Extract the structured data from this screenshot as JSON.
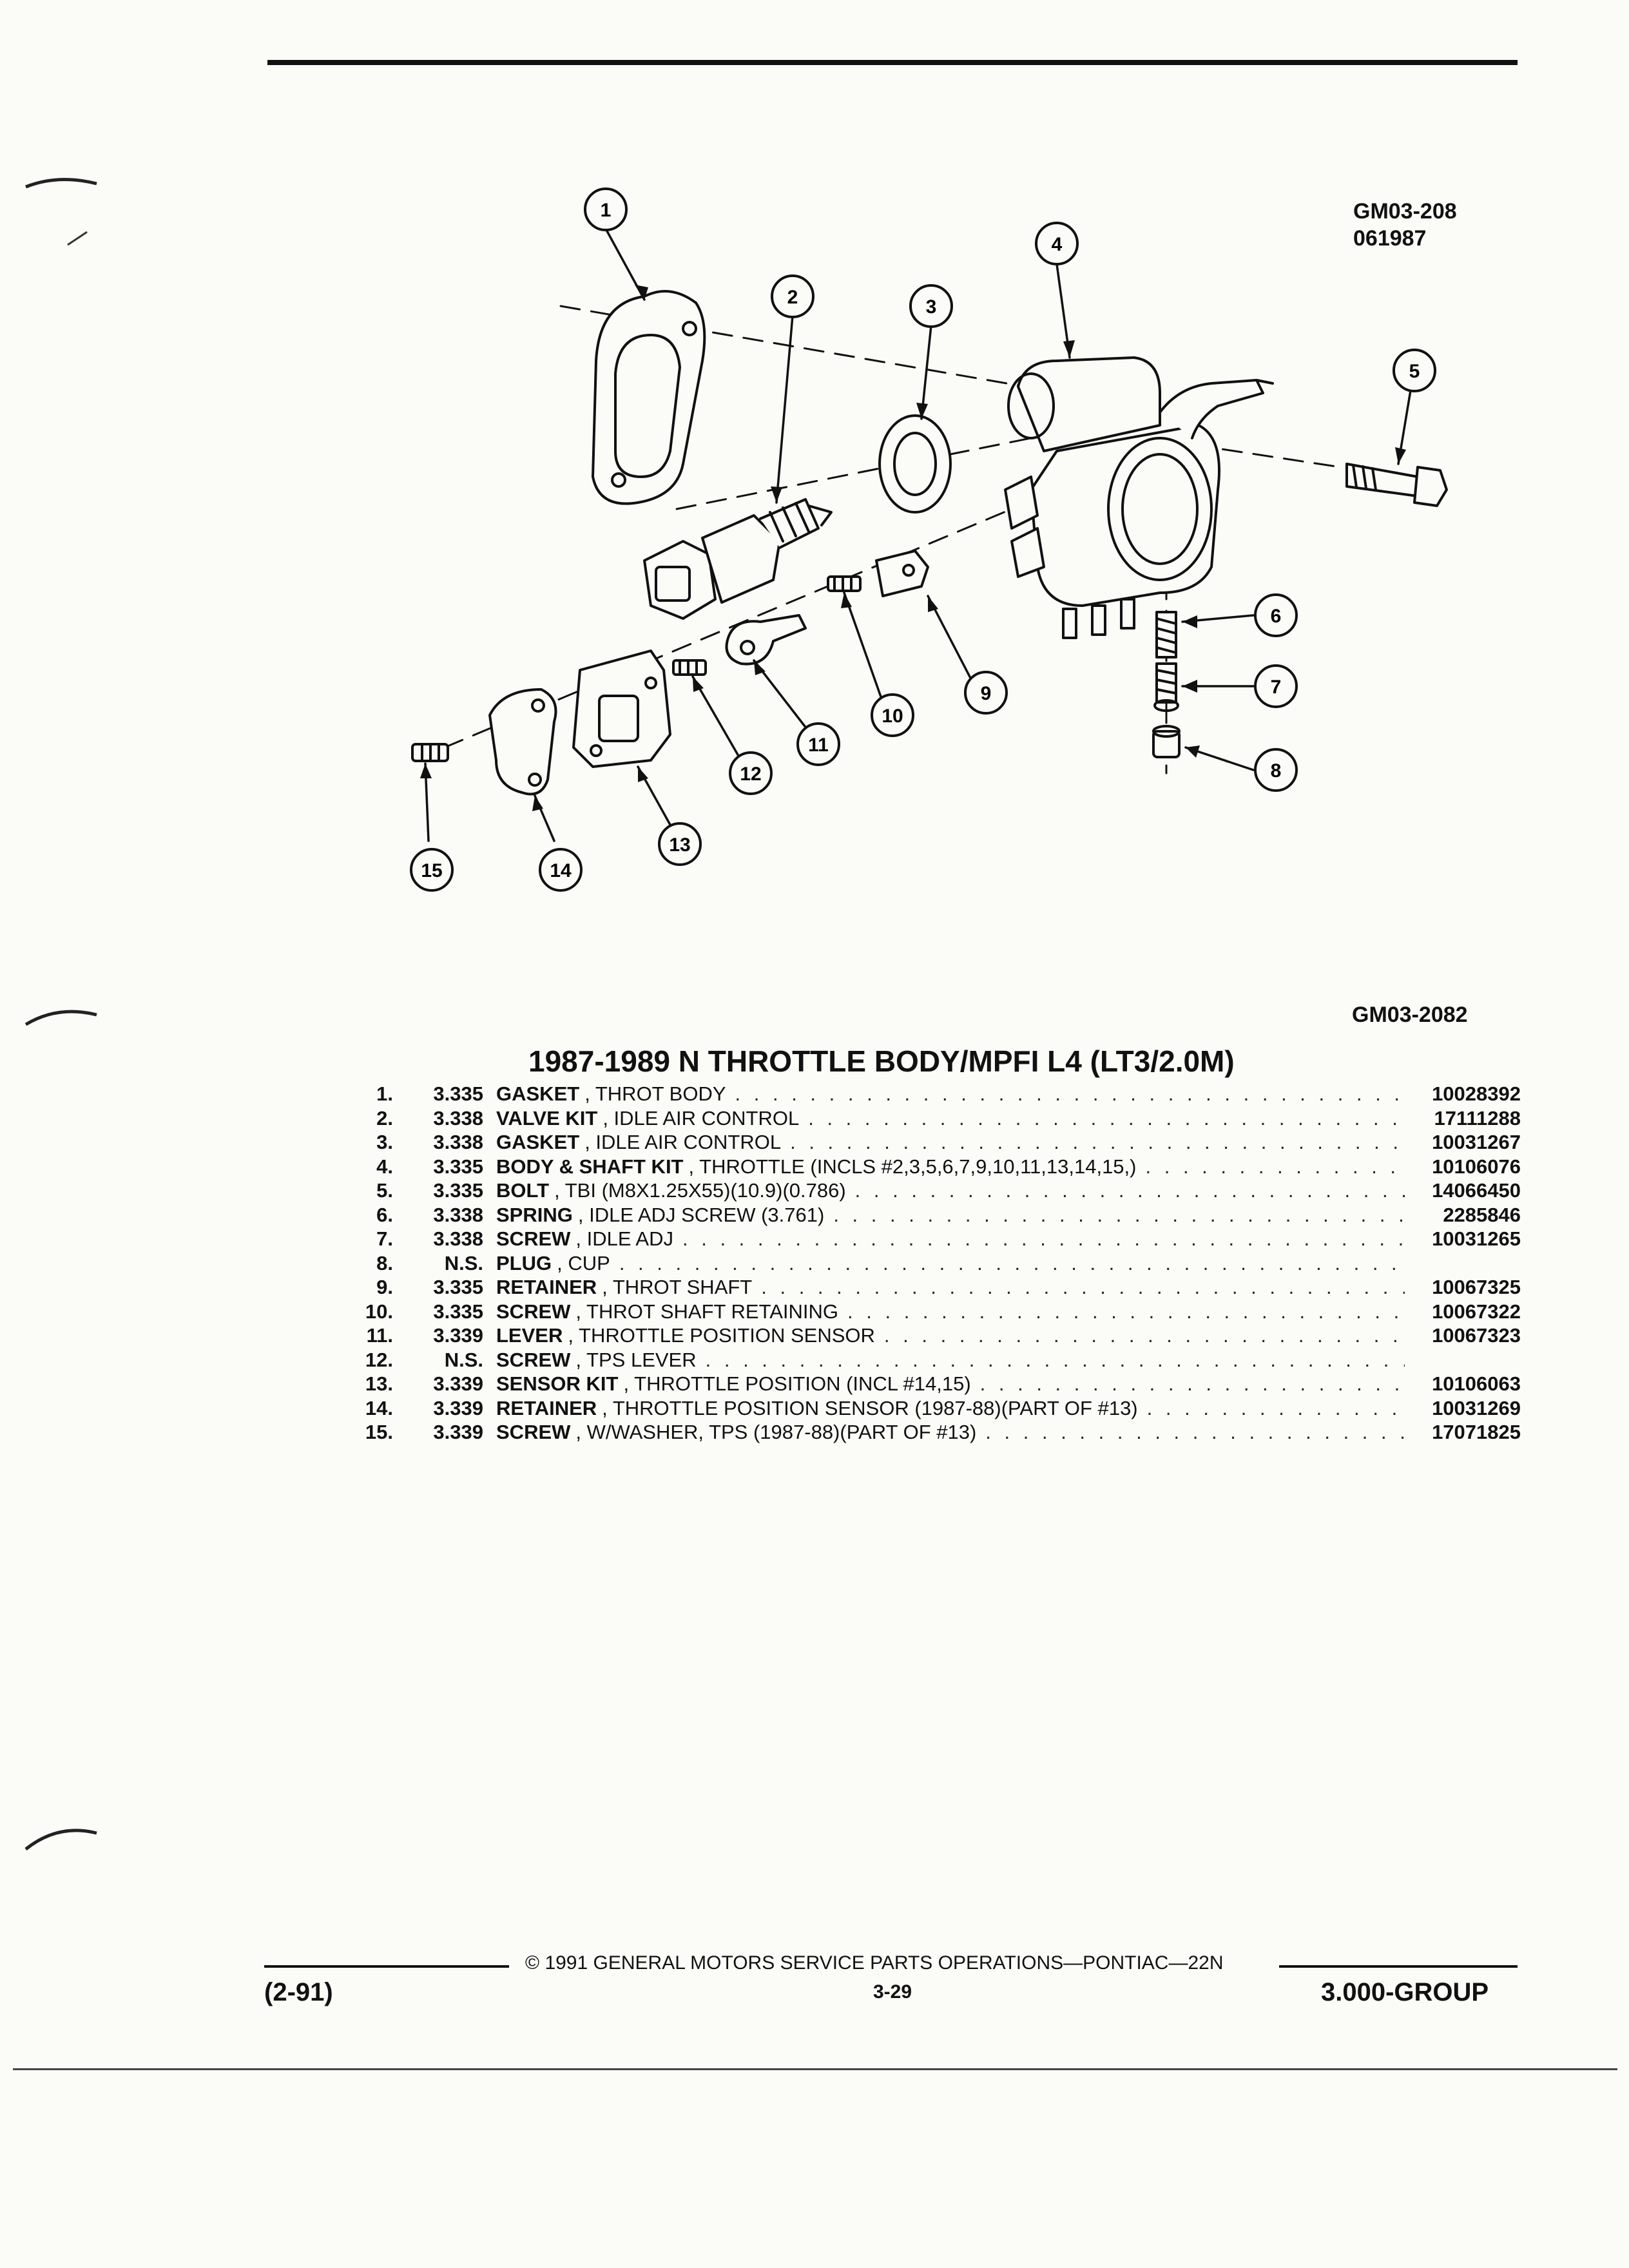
{
  "header": {
    "top_code": "GM03-208",
    "top_date": "061987"
  },
  "diagram": {
    "callouts": [
      "1",
      "2",
      "3",
      "4",
      "5",
      "6",
      "7",
      "8",
      "9",
      "10",
      "11",
      "12",
      "13",
      "14",
      "15"
    ],
    "figure_code": "GM03-2082"
  },
  "title": "1987-1989 N THROTTLE BODY/MPFI L4 (LT3/2.0M)",
  "parts": [
    {
      "num": "1.",
      "grp": "3.335",
      "name": "GASKET",
      "detail": ", THROT BODY",
      "part": "10028392"
    },
    {
      "num": "2.",
      "grp": "3.338",
      "name": "VALVE KIT",
      "detail": ", IDLE AIR CONTROL",
      "part": "17111288"
    },
    {
      "num": "3.",
      "grp": "3.338",
      "name": "GASKET",
      "detail": ", IDLE AIR CONTROL",
      "part": "10031267"
    },
    {
      "num": "4.",
      "grp": "3.335",
      "name": "BODY & SHAFT KIT",
      "detail": ", THROTTLE (INCLS #2,3,5,6,7,9,10,11,13,14,15,)",
      "part": "10106076"
    },
    {
      "num": "5.",
      "grp": "3.335",
      "name": "BOLT",
      "detail": ", TBI (M8X1.25X55)(10.9)(0.786)",
      "part": "14066450"
    },
    {
      "num": "6.",
      "grp": "3.338",
      "name": "SPRING",
      "detail": ", IDLE ADJ SCREW (3.761)",
      "part": "2285846"
    },
    {
      "num": "7.",
      "grp": "3.338",
      "name": "SCREW",
      "detail": ", IDLE ADJ",
      "part": "10031265"
    },
    {
      "num": "8.",
      "grp": "N.S.",
      "name": "PLUG",
      "detail": ", CUP",
      "part": ""
    },
    {
      "num": "9.",
      "grp": "3.335",
      "name": "RETAINER",
      "detail": ", THROT SHAFT",
      "part": "10067325"
    },
    {
      "num": "10.",
      "grp": "3.335",
      "name": "SCREW",
      "detail": ", THROT SHAFT RETAINING",
      "part": "10067322"
    },
    {
      "num": "11.",
      "grp": "3.339",
      "name": "LEVER",
      "detail": ", THROTTLE POSITION SENSOR",
      "part": "10067323"
    },
    {
      "num": "12.",
      "grp": "N.S.",
      "name": "SCREW",
      "detail": ", TPS LEVER",
      "part": ""
    },
    {
      "num": "13.",
      "grp": "3.339",
      "name": "SENSOR KIT",
      "detail": ", THROTTLE POSITION (INCL #14,15)",
      "part": "10106063"
    },
    {
      "num": "14.",
      "grp": "3.339",
      "name": "RETAINER",
      "detail": ", THROTTLE POSITION SENSOR (1987-88)(PART OF #13)",
      "part": "10031269"
    },
    {
      "num": "15.",
      "grp": "3.339",
      "name": "SCREW",
      "detail": ", W/WASHER, TPS (1987-88)(PART OF #13)",
      "part": "17071825"
    }
  ],
  "footer": {
    "date": "(2-91)",
    "copyright": "© 1991 GENERAL MOTORS SERVICE PARTS OPERATIONS—PONTIAC—22N",
    "page": "3-29",
    "group": "3.000-GROUP"
  }
}
